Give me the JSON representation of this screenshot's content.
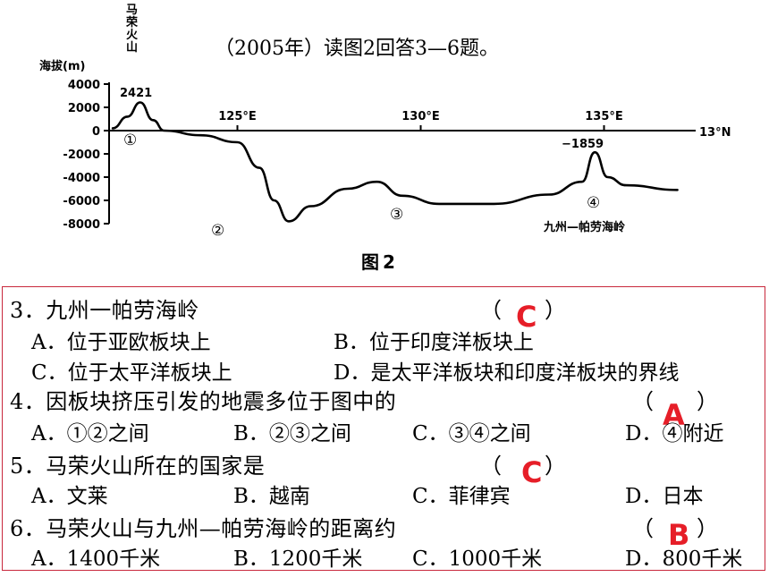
{
  "header": {
    "title": "（2005年）读图2回答3—6题。"
  },
  "figure": {
    "caption": "图2",
    "volcano_label": "马荣火山",
    "y_axis_label": "海拔(m)",
    "y_ticks": [
      "4000",
      "2000",
      "0",
      "-2000",
      "-4000",
      "-6000",
      "-8000"
    ],
    "x_ticks": [
      "125°E",
      "130°E",
      "135°E"
    ],
    "latitude_label": "13°N",
    "peak_label": "2421",
    "ridge_label": "−1859",
    "ridge_name": "九州—帕劳海岭",
    "markers": [
      "①",
      "②",
      "③",
      "④"
    ]
  },
  "chart_data": {
    "type": "line",
    "title": "图2",
    "ylabel": "海拔(m)",
    "ylim": [
      -8000,
      4000
    ],
    "xlim": [
      121.5,
      137.5
    ],
    "x_ticks": [
      125,
      130,
      135
    ],
    "series": [
      {
        "values": [
          {
            "x": 121.6,
            "y": 200
          },
          {
            "x": 122.0,
            "y": 1200
          },
          {
            "x": 122.35,
            "y": 2421
          },
          {
            "x": 122.7,
            "y": 900
          },
          {
            "x": 123.0,
            "y": 0
          },
          {
            "x": 124.0,
            "y": -400
          },
          {
            "x": 125.0,
            "y": -1000
          },
          {
            "x": 125.6,
            "y": -3200
          },
          {
            "x": 126.0,
            "y": -6000
          },
          {
            "x": 126.4,
            "y": -7800
          },
          {
            "x": 127.0,
            "y": -6500
          },
          {
            "x": 128.0,
            "y": -5000
          },
          {
            "x": 128.8,
            "y": -4400
          },
          {
            "x": 129.5,
            "y": -5600
          },
          {
            "x": 130.5,
            "y": -6300
          },
          {
            "x": 132.0,
            "y": -6300
          },
          {
            "x": 133.5,
            "y": -5500
          },
          {
            "x": 134.4,
            "y": -4400
          },
          {
            "x": 134.75,
            "y": -1859
          },
          {
            "x": 135.1,
            "y": -4000
          },
          {
            "x": 135.6,
            "y": -4700
          },
          {
            "x": 137.0,
            "y": -5100
          }
        ]
      }
    ]
  },
  "questions": [
    {
      "text": "3．九州一帕劳海岭",
      "paren": "（　　）",
      "answer": "C",
      "options": [
        "A．位于亚欧板块上",
        "B．位于印度洋板块上",
        "C．位于太平洋板块上",
        "D．是太平洋板块和印度洋板块的界线"
      ]
    },
    {
      "text": "4．因板块挤压引发的地震多位于图中的",
      "paren": "（　　）",
      "answer": "A",
      "options": [
        "A．①②之间",
        "B．②③之间",
        "C．③④之间",
        "D．④附近"
      ]
    },
    {
      "text": "5．马荣火山所在的国家是",
      "paren": "（　　）",
      "answer": "C",
      "options": [
        "A．文莱",
        "B．越南",
        "C．菲律宾",
        "D．日本"
      ]
    },
    {
      "text": "6．马荣火山与九州—帕劳海岭的距离约",
      "paren": "（　　）",
      "answer": "B",
      "options": [
        "A．1400千米",
        "B．1200千米",
        "C．1000千米",
        "D．800千米"
      ]
    }
  ]
}
